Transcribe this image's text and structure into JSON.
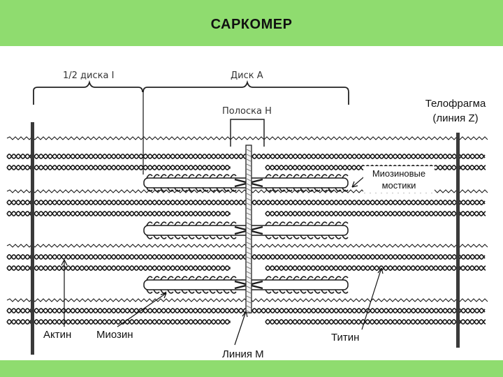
{
  "title": "САРКОМЕР",
  "labels": {
    "half_disk_i": "1/2 диска I",
    "disk_a": "Диск А",
    "band_h": "Полоска Н",
    "telophragma_line1": "Телофрагма",
    "telophragma_line2": "(линия Z)",
    "myosin_bridges_line1": "Миозиновые",
    "myosin_bridges_line2": "мостики",
    "actin": "Актин",
    "myosin": "Миозин",
    "titin": "Титин",
    "m_line": "Линия М"
  },
  "colors": {
    "header_bg": "#8fdc6f",
    "ink": "#1a1a1a"
  }
}
